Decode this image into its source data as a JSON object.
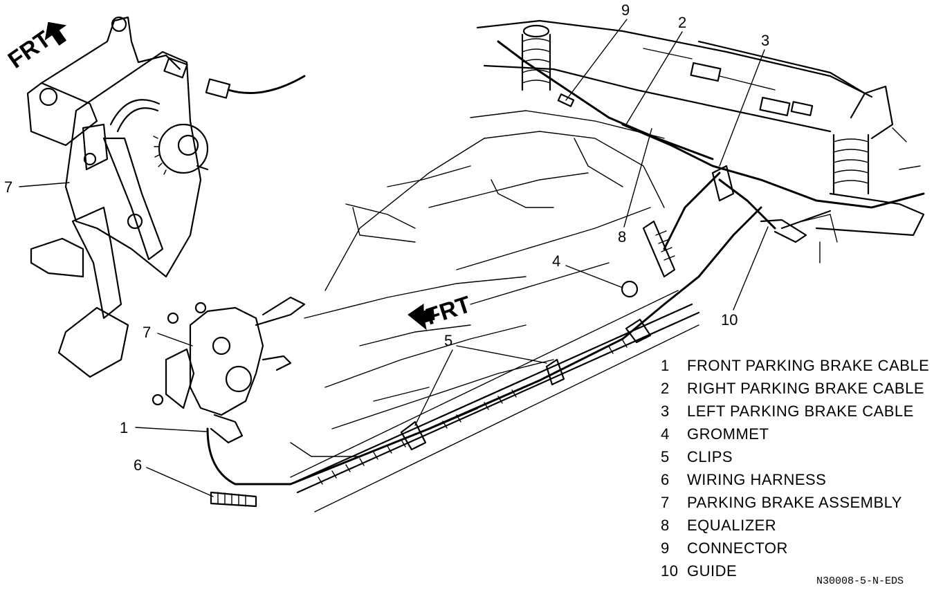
{
  "diagram": {
    "frt_labels": [
      "FRT",
      "FRT"
    ],
    "callouts": [
      {
        "id": "c1",
        "text": "1"
      },
      {
        "id": "c2",
        "text": "2"
      },
      {
        "id": "c3",
        "text": "3"
      },
      {
        "id": "c4",
        "text": "4"
      },
      {
        "id": "c5",
        "text": "5"
      },
      {
        "id": "c6",
        "text": "6"
      },
      {
        "id": "c7a",
        "text": "7"
      },
      {
        "id": "c7b",
        "text": "7"
      },
      {
        "id": "c8",
        "text": "8"
      },
      {
        "id": "c9",
        "text": "9"
      },
      {
        "id": "c10",
        "text": "10"
      }
    ]
  },
  "legend": [
    {
      "num": "1",
      "label": "FRONT PARKING BRAKE CABLE"
    },
    {
      "num": "2",
      "label": "RIGHT PARKING BRAKE CABLE"
    },
    {
      "num": "3",
      "label": "LEFT PARKING BRAKE CABLE"
    },
    {
      "num": "4",
      "label": "GROMMET"
    },
    {
      "num": "5",
      "label": "CLIPS"
    },
    {
      "num": "6",
      "label": "WIRING HARNESS"
    },
    {
      "num": "7",
      "label": "PARKING BRAKE ASSEMBLY"
    },
    {
      "num": "8",
      "label": "EQUALIZER"
    },
    {
      "num": "9",
      "label": "CONNECTOR"
    },
    {
      "num": "10",
      "label": "GUIDE"
    }
  ],
  "figure_code": "N30008-5-N-EDS"
}
